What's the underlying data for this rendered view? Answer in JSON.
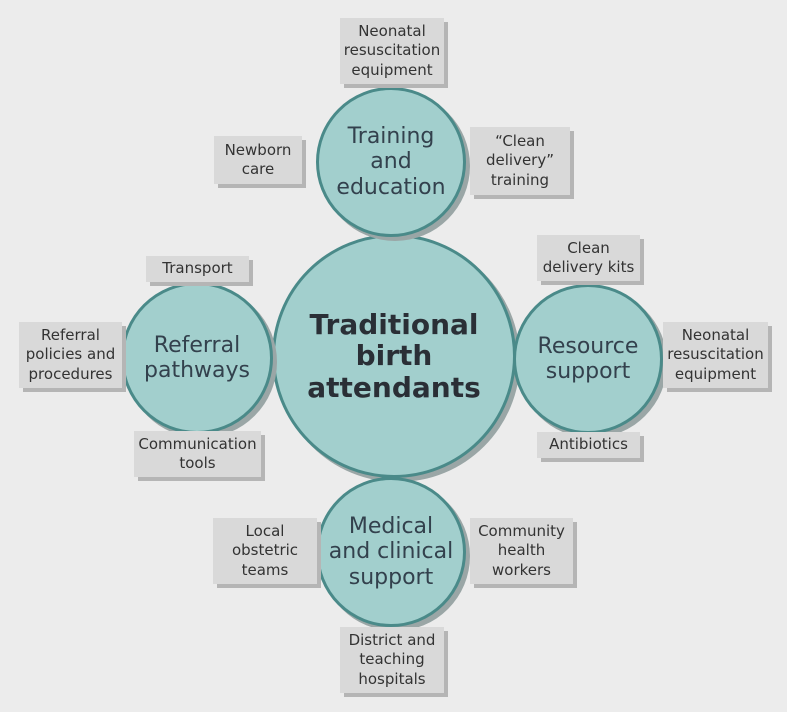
{
  "center": {
    "label": "Traditional\nbirth\nattendants"
  },
  "hubs": {
    "training": {
      "label": "Training\nand\neducation",
      "items": {
        "neonatal_equipment": "Neonatal\nresuscitation\nequipment",
        "newborn_care": "Newborn\ncare",
        "clean_delivery_training": "“Clean\ndelivery”\ntraining"
      }
    },
    "referral": {
      "label": "Referral\npathways",
      "items": {
        "transport": "Transport",
        "referral_policies": "Referral\npolicies and\nprocedures",
        "communication_tools": "Communication\ntools"
      }
    },
    "resource": {
      "label": "Resource\nsupport",
      "items": {
        "clean_delivery_kits": "Clean\ndelivery kits",
        "neonatal_equipment": "Neonatal\nresuscitation\nequipment",
        "antibiotics": "Antibiotics"
      }
    },
    "medical": {
      "label": "Medical\nand clinical\nsupport",
      "items": {
        "local_obstetric_teams": "Local\nobstetric\nteams",
        "community_health_workers": "Community\nhealth\nworkers",
        "hospitals": "District and\nteaching\nhospitals"
      }
    }
  },
  "colors": {
    "circle_fill": "#a2cfcd",
    "circle_border": "#4a8a89",
    "box_fill": "#d9d9d9",
    "background": "#ececec"
  }
}
